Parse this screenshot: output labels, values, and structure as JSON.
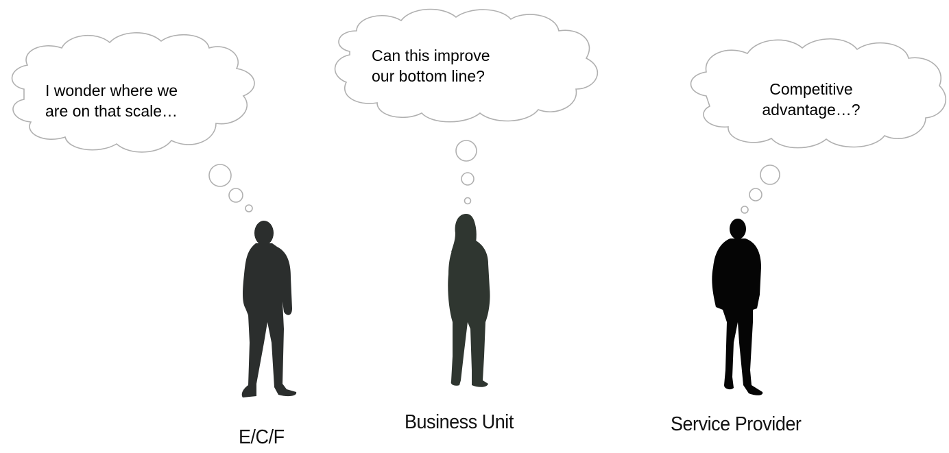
{
  "thoughts": {
    "ecf": {
      "line1": "I wonder where we",
      "line2": "are on that scale…"
    },
    "business_unit": {
      "line1": "Can this improve",
      "line2": "our bottom line?"
    },
    "service_provider": {
      "line1": "Competitive",
      "line2": "advantage…?"
    }
  },
  "roles": {
    "ecf": "E/C/F",
    "business_unit": "Business Unit",
    "service_provider": "Service Provider"
  },
  "colors": {
    "cloud_stroke": "#b0b0b0",
    "silhouette_ecf": "#2b2e2d",
    "silhouette_bu": "#2f3630",
    "silhouette_sp": "#050505"
  }
}
